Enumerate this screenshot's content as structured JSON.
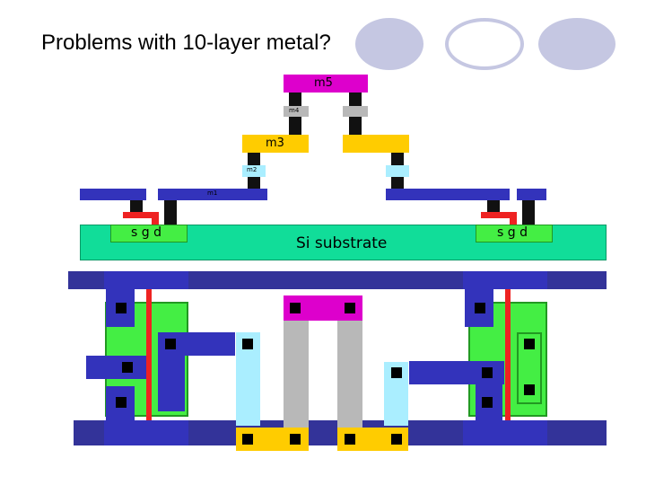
{
  "slide": {
    "title": "Problems with 10-layer metal?"
  },
  "cross_section": {
    "metal5_label": "m5",
    "metal4_label": "m4",
    "metal3_label": "m3",
    "metal2_label": "m2",
    "metal1_label": "m1",
    "terminal_label_left": "s g d",
    "terminal_label_right": "s g d",
    "substrate_label": "Si substrate"
  },
  "colors": {
    "m5": "#dd00cc",
    "m4": "#b8b8b8",
    "m3": "#ffcc00",
    "m2": "#aaeeff",
    "m1": "#3333bb",
    "substrate": "#11dd99",
    "active": "#44ee44",
    "poly": "#ee2222",
    "rail": "#333399"
  }
}
